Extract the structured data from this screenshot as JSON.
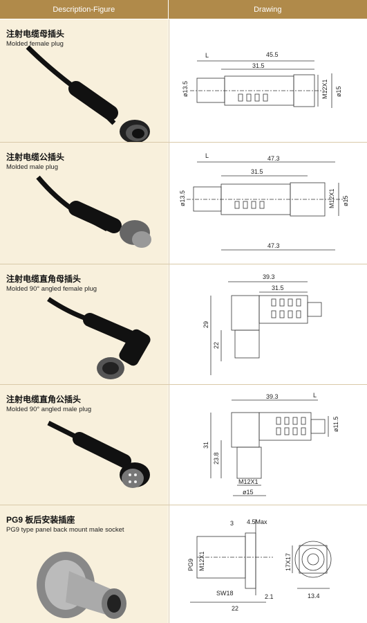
{
  "header": {
    "col1": "Description-Figure",
    "col2": "Drawing"
  },
  "rows": [
    {
      "cn": "注射电缆母插头",
      "en": "Molded female plug",
      "dims": {
        "L": "L",
        "total": "45.5",
        "body": "31.5",
        "dia": "ø13.5",
        "thread": "M12X1",
        "outer": "ø15"
      }
    },
    {
      "cn": "注射电缆公插头",
      "en": "Molded male plug",
      "dims": {
        "L": "L",
        "total": "47.3",
        "body": "31.5",
        "dia": "ø13.5",
        "thread": "M12X1",
        "outer": "ø15",
        "bottom": "47.3"
      }
    },
    {
      "cn": "注射电缆直角母插头",
      "en": "Molded 90°   angled female plug",
      "dims": {
        "total": "39.3",
        "body": "31.5",
        "h1": "29",
        "h2": "22"
      }
    },
    {
      "cn": "注射电缆直角公插头",
      "en": "Molded 90°   angled male plug",
      "dims": {
        "total": "39.3",
        "L": "L",
        "dia": "ø11.5",
        "h1": "31",
        "h2": "23.8",
        "thread": "M12X1",
        "outer": "ø15"
      }
    },
    {
      "cn": "PG9 板后安装插座",
      "en": "PG9 type panel back mount male socket",
      "dims": {
        "a": "3",
        "max": "4.5Max",
        "pg": "PG9",
        "thread": "M12X1",
        "sw": "SW18",
        "b": "2.1",
        "total": "22",
        "v": "17X17",
        "h": "13.4"
      }
    }
  ]
}
